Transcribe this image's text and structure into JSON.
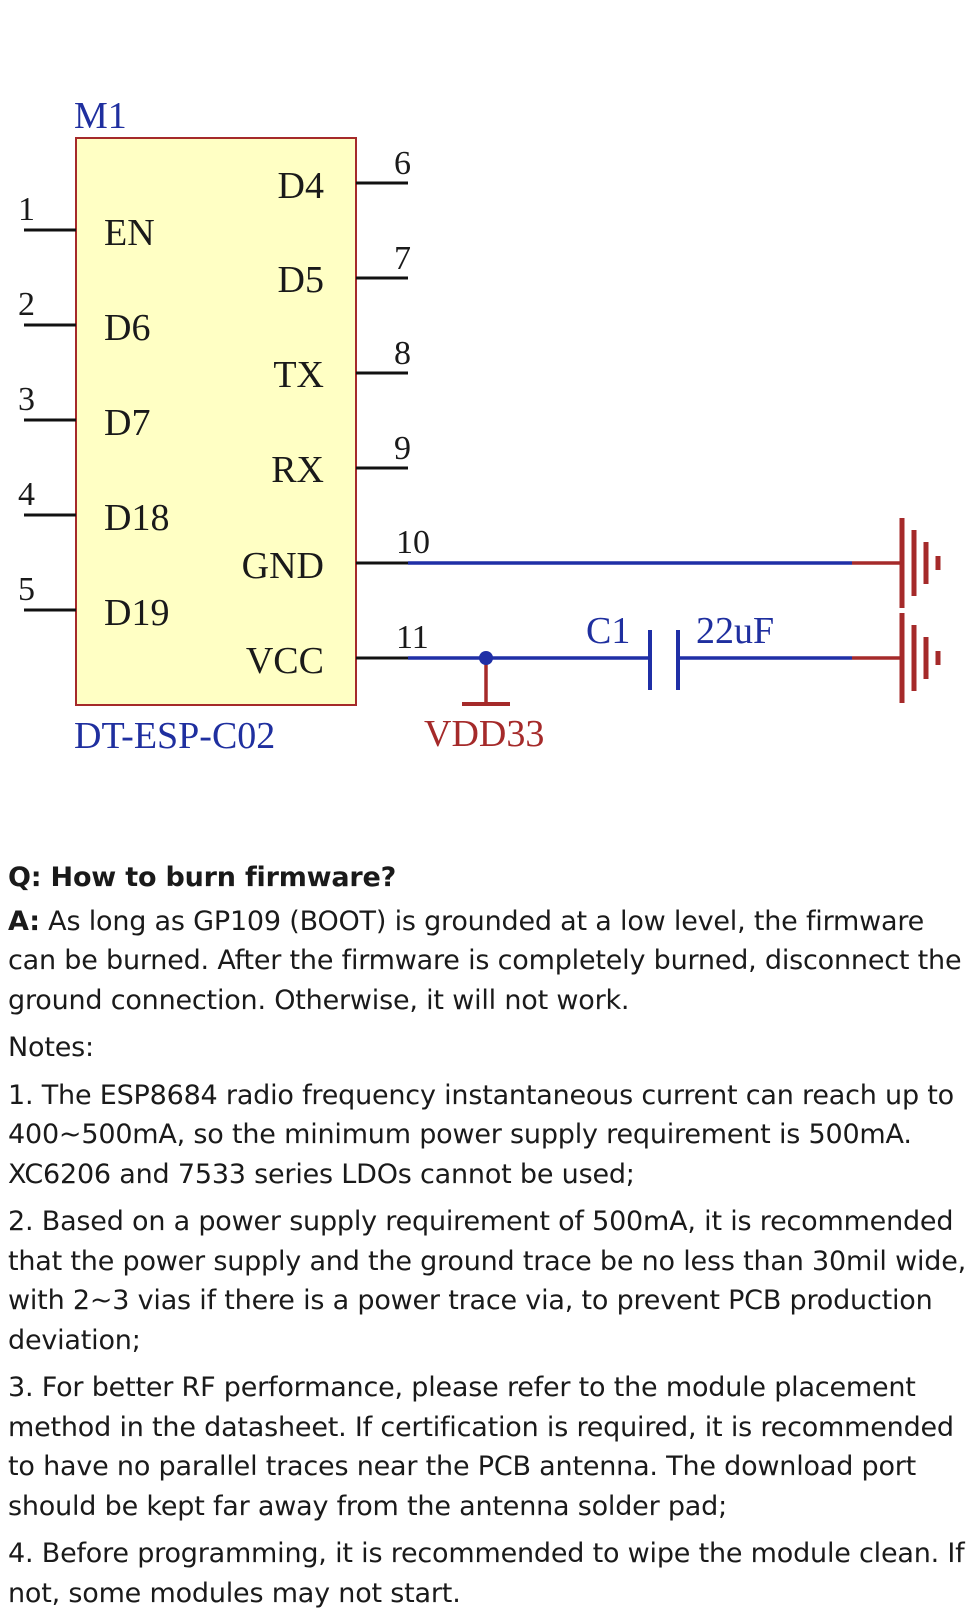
{
  "schematic": {
    "designator": "M1",
    "part_number": "DT-ESP-C02",
    "left_pins": [
      {
        "number": "1",
        "name": "EN"
      },
      {
        "number": "2",
        "name": "D6"
      },
      {
        "number": "3",
        "name": "D7"
      },
      {
        "number": "4",
        "name": "D18"
      },
      {
        "number": "5",
        "name": "D19"
      }
    ],
    "right_pins": [
      {
        "number": "6",
        "name": "D4"
      },
      {
        "number": "7",
        "name": "D5"
      },
      {
        "number": "8",
        "name": "TX"
      },
      {
        "number": "9",
        "name": "RX"
      },
      {
        "number": "10",
        "name": "GND"
      },
      {
        "number": "11",
        "name": "VCC"
      }
    ],
    "capacitor": {
      "ref": "C1",
      "value": "22uF"
    },
    "power_label": "VDD33",
    "colors": {
      "body_fill": "#ffffc4",
      "body_stroke": "#a52a2a",
      "wire": "#1f2fa6",
      "power": "#a52a2a",
      "text_blue": "#1f2f9f",
      "text_dark": "#1a1a1a"
    }
  },
  "qa": {
    "question": "Q: How to burn firmware?",
    "answer_label": "A:",
    "answer_text": " As long as GP109 (BOOT) is grounded at a low level, the firmware can be burned. After the firmware is completely burned, disconnect the ground connection. Otherwise, it will not work.",
    "notes_title": "Notes:",
    "notes": [
      "1. The ESP8684 radio frequency instantaneous current can reach up to 400~500mA, so the minimum power supply requirement is 500mA. XC6206 and 7533 series LDOs cannot be used;",
      "2. Based on a power supply requirement of 500mA, it is recommended that the power supply and the ground trace be no less than 30mil wide, with 2~3 vias if there is a power trace via, to prevent PCB production deviation;",
      "3. For better RF performance, please refer to the module placement method in the datasheet. If certification is required, it is recommended to have no parallel traces near the PCB antenna. The download port should be kept far away from the antenna solder pad;",
      "4. Before programming, it is recommended to wipe the module clean. If not, some modules may not start."
    ]
  }
}
